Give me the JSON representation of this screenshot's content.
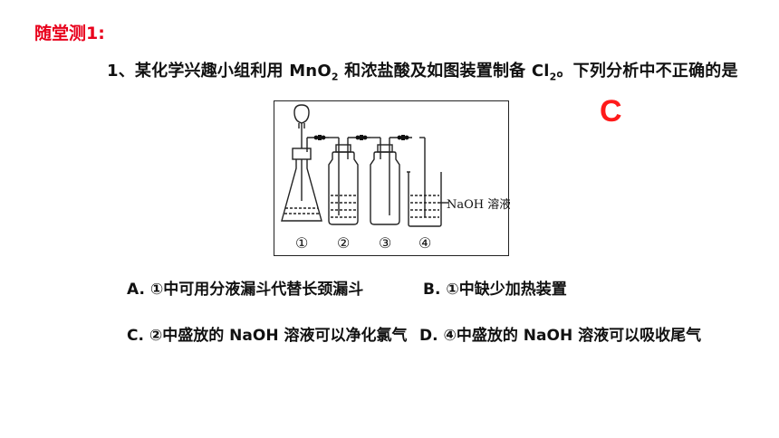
{
  "heading": "随堂测1:",
  "question": {
    "prefix": "1、某化学兴趣小组利用 MnO",
    "sub": "2",
    "middle": " 和浓盐酸及如图装置制备 Cl",
    "sub2": "2",
    "suffix": "。下列分析中不正确的是"
  },
  "answer": "C",
  "figure": {
    "labels": [
      "①",
      "②",
      "③",
      "④"
    ],
    "reagent": "NaOH 溶液"
  },
  "options": {
    "a": "A. ①中可用分液漏斗代替长颈漏斗",
    "b": "B. ①中缺少加热装置",
    "c": "C. ②中盛放的 NaOH 溶液可以净化氯气",
    "d": "D. ④中盛放的 NaOH 溶液可以吸收尾气"
  }
}
